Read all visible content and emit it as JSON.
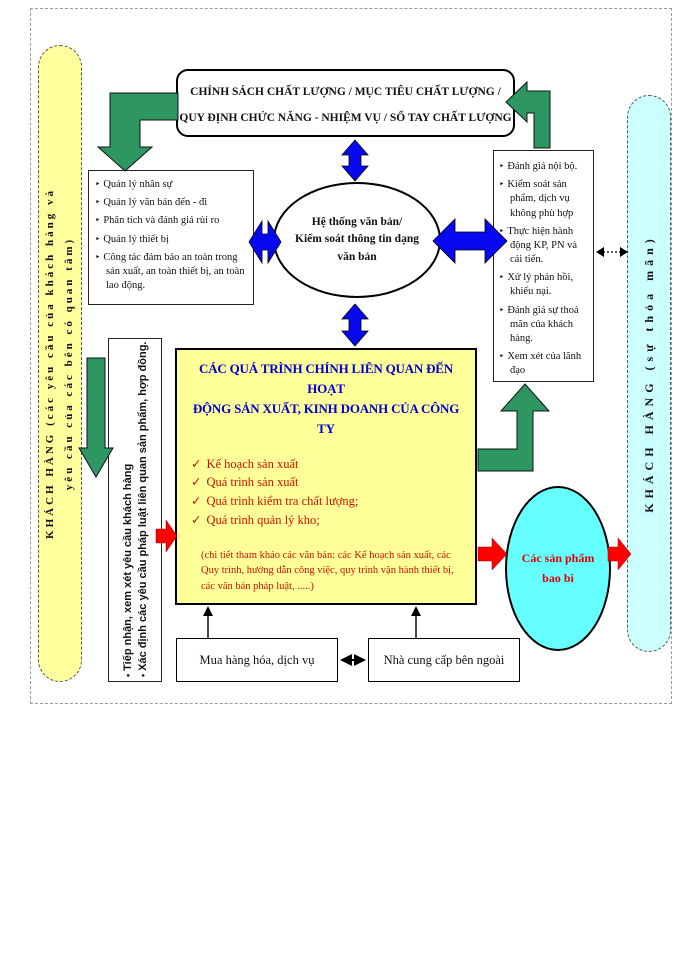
{
  "colors": {
    "capsule_yellow": "#FFFF9E",
    "capsule_cyan": "#CCFFFF",
    "main_box_yellow": "#FFFF99",
    "product_cyan": "#66FFFF",
    "green_arrow": "#2E9660",
    "blue_arrow": "#0808F0",
    "red_arrow": "#FF0000",
    "title_blue": "#0000CC",
    "item_red": "#CC1100"
  },
  "icons": {
    "check": "✓",
    "triangle_bullet": "‣",
    "dot_bullet": "•"
  },
  "customer_left": {
    "line1": "KHÁCH HÀNG (các yêu cầu của khách hàng và",
    "line2": "yêu cầu của các bên có quan tâm)"
  },
  "customer_right": {
    "text": "KHÁCH HÀNG (sự thỏa mãn)"
  },
  "policy_box": {
    "line1": "CHÍNH SÁCH CHẤT LƯỢNG / MỤC TIÊU CHẤT LƯỢNG /",
    "line2": "QUY ĐỊNH CHỨC NĂNG - NHIỆM VỤ / SỔ TAY CHẤT LƯỢNG"
  },
  "support_box": {
    "items": [
      "Quản lý nhân sự",
      "Quản lý văn bản đến - đi",
      "Phân tích và đánh giá rủi ro",
      "Quản lý thiết bị",
      "Công tác đảm bảo an toàn trong sản xuất, an toàn thiết bị, an toàn lao động."
    ]
  },
  "evaluation_box": {
    "items": [
      "Đánh giá nội bộ.",
      "Kiểm soát sản phẩm, dịch vụ không phù hợp",
      "Thực hiện hành động KP, PN và cải tiến.",
      "Xử lý phản hồi, khiếu nại.",
      "Đánh giá sự thoả mãn của khách hàng.",
      "Xem xét của lãnh đạo"
    ]
  },
  "document_ellipse": {
    "line1": "Hệ thống văn bản/",
    "line2": "Kiểm soát thông tin dạng",
    "line3": "văn bản"
  },
  "main_process_box": {
    "title_line1": "CÁC QUÁ TRÌNH CHÍNH LIÊN QUAN ĐẾN HOẠT",
    "title_line2": "ĐỘNG SẢN XUẤT, KINH DOANH CỦA CÔNG TY",
    "items": [
      "Kế hoạch sản xuất",
      "Quá trình sản xuất",
      "Quá trình kiểm tra chất lượng;",
      "Quá trình quản lý kho;"
    ],
    "note": "(chi tiết tham khảo các văn bản: các Kế hoạch sản xuất, các Quy trình, hướng dẫn công việc, quy trình vận hành thiết bị, các văn bản pháp luật, .....)"
  },
  "intake_box": {
    "items": [
      "Tiếp nhận, xem xét yêu cầu khách hàng",
      "Xác định các yêu cầu pháp luật liên quan sản phẩm, hợp đồng."
    ]
  },
  "purchase_box": {
    "label": "Mua hàng hóa, dịch vụ"
  },
  "supplier_box": {
    "label": "Nhà cung cấp bên ngoài"
  },
  "product_ellipse": {
    "line1": "Các sản phẩm",
    "line2": "bao bì"
  }
}
